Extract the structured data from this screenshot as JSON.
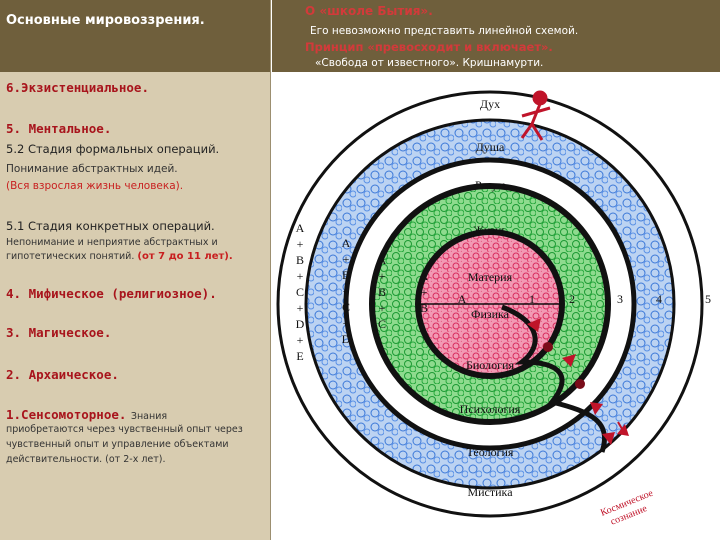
{
  "title": "Основные мировоззрения.",
  "banner": {
    "line1": "О «школе Бытия».",
    "line2": "Его невозможно представить линейной схемой.",
    "line3": "Принцип «превосходит и включает».",
    "line4": "«Свобода от известного». Кришнамурти."
  },
  "stages": {
    "s6": "6.Экзистенциальное.",
    "s5": "5. Ментальное.",
    "s52": "5.2 Стадия формальных операций.",
    "s52_desc": "Понимание абстрактных идей.",
    "s52_note": "(Вся взрослая жизнь человека).",
    "s51": "5.1  Стадия конкретных операций.",
    "s51_desc1": "Непонимание и неприятие абстрактных и",
    "s51_desc2": "гипотетических понятий.",
    "s51_age": "(от 7 до 11 лет).",
    "s4": "4. Мифическое (религиозное).",
    "s3": "3. Магическое.",
    "s2": "2. Архаическое.",
    "s1": "1.Сенсомоторное.",
    "s1_desc0": "Знания",
    "s1_desc1": "приобретаются через чувственный опыт через",
    "s1_desc2": "чувственный опыт и управление объектами",
    "s1_desc3": "действительности.  (от 2-х лет)."
  },
  "diagram": {
    "rings": {
      "spirit": "Дух",
      "soul": "Душа",
      "mind": "Разум",
      "life": "Жизнь",
      "matter": "Материя",
      "physics": "Физика",
      "biology": "Биология",
      "psychology": "Психология",
      "theology": "Теология",
      "mysticism": "Мистика"
    },
    "center_label": "A",
    "numbers": [
      "1",
      "2",
      "3",
      "4",
      "5"
    ],
    "col1": [
      "A",
      "+",
      "B",
      "+",
      "C",
      "+",
      "D",
      "+",
      "E"
    ],
    "col2": [
      "A",
      "+",
      "B",
      "+",
      "C",
      "+",
      "D"
    ],
    "col3": [
      "A",
      "+",
      "B",
      "+",
      "C"
    ],
    "col4": [
      "A",
      "+",
      "B"
    ],
    "cosmic1": "Космическое",
    "cosmic2": "сознание"
  },
  "colors": {
    "panel_bg": "#d8ccb0",
    "header_bg": "#6f5f3c",
    "stage_text": "#a8141c",
    "ring_blue": "#4d8be0",
    "ring_green": "#2fb043",
    "core_pink": "#e23b6a",
    "outline": "#111111"
  }
}
